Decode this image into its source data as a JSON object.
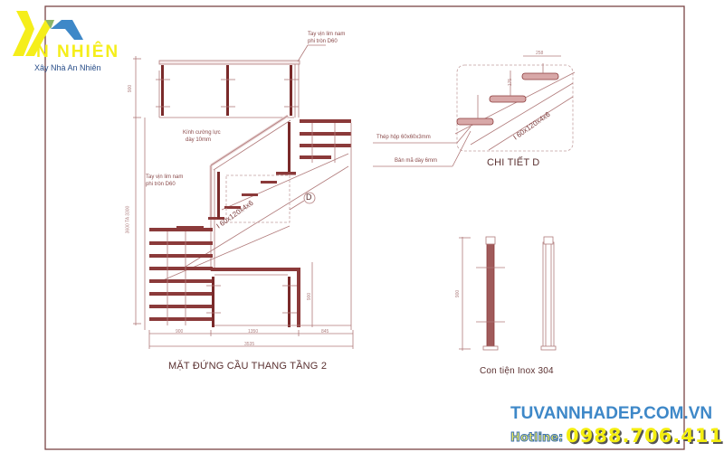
{
  "logo": {
    "brand": "N NHIÊN",
    "tagline": "Xây Nhà An Nhiên",
    "colors": {
      "yellow": "#f5ee1a",
      "green": "#8cb56a",
      "blue": "#3e88c8"
    }
  },
  "drawing": {
    "line_color": "#8b3a3a",
    "elevation": {
      "title": "MẶT ĐỨNG CẦU THANG TẦNG 2",
      "notes": {
        "handrail_top": [
          "Tay vịn lim nam",
          "phi tròn D60"
        ],
        "glass": [
          "Kính cường lực",
          "dày 10mm"
        ],
        "handrail_left": [
          "Tay vịn lim nam",
          "phi tròn D60"
        ],
        "beam": "I 60x120x4x6",
        "detail_marker": "D"
      },
      "dimensions": {
        "bottom_segments": [
          "900",
          "1350",
          "845"
        ],
        "bottom_total": "3535",
        "left_top": "900",
        "left_main": "3600 TA 3300",
        "right_rail": "900"
      }
    },
    "detail_d": {
      "title": "CHI TIẾT D",
      "notes": {
        "steel_box": "Thép hộp 60x60x3mm",
        "plate": "Bản mã dày 6mm",
        "beam": "I 60x120x4x6"
      },
      "dimensions": {
        "tread": "258",
        "riser": "175"
      }
    },
    "baluster": {
      "title": "Con tiện Inox 304",
      "dimension": "900"
    }
  },
  "footer": {
    "website": "TUVANNHADEP.COM.VN",
    "hotline_label": "Hotline:",
    "hotline_number": "0988.706.411"
  }
}
